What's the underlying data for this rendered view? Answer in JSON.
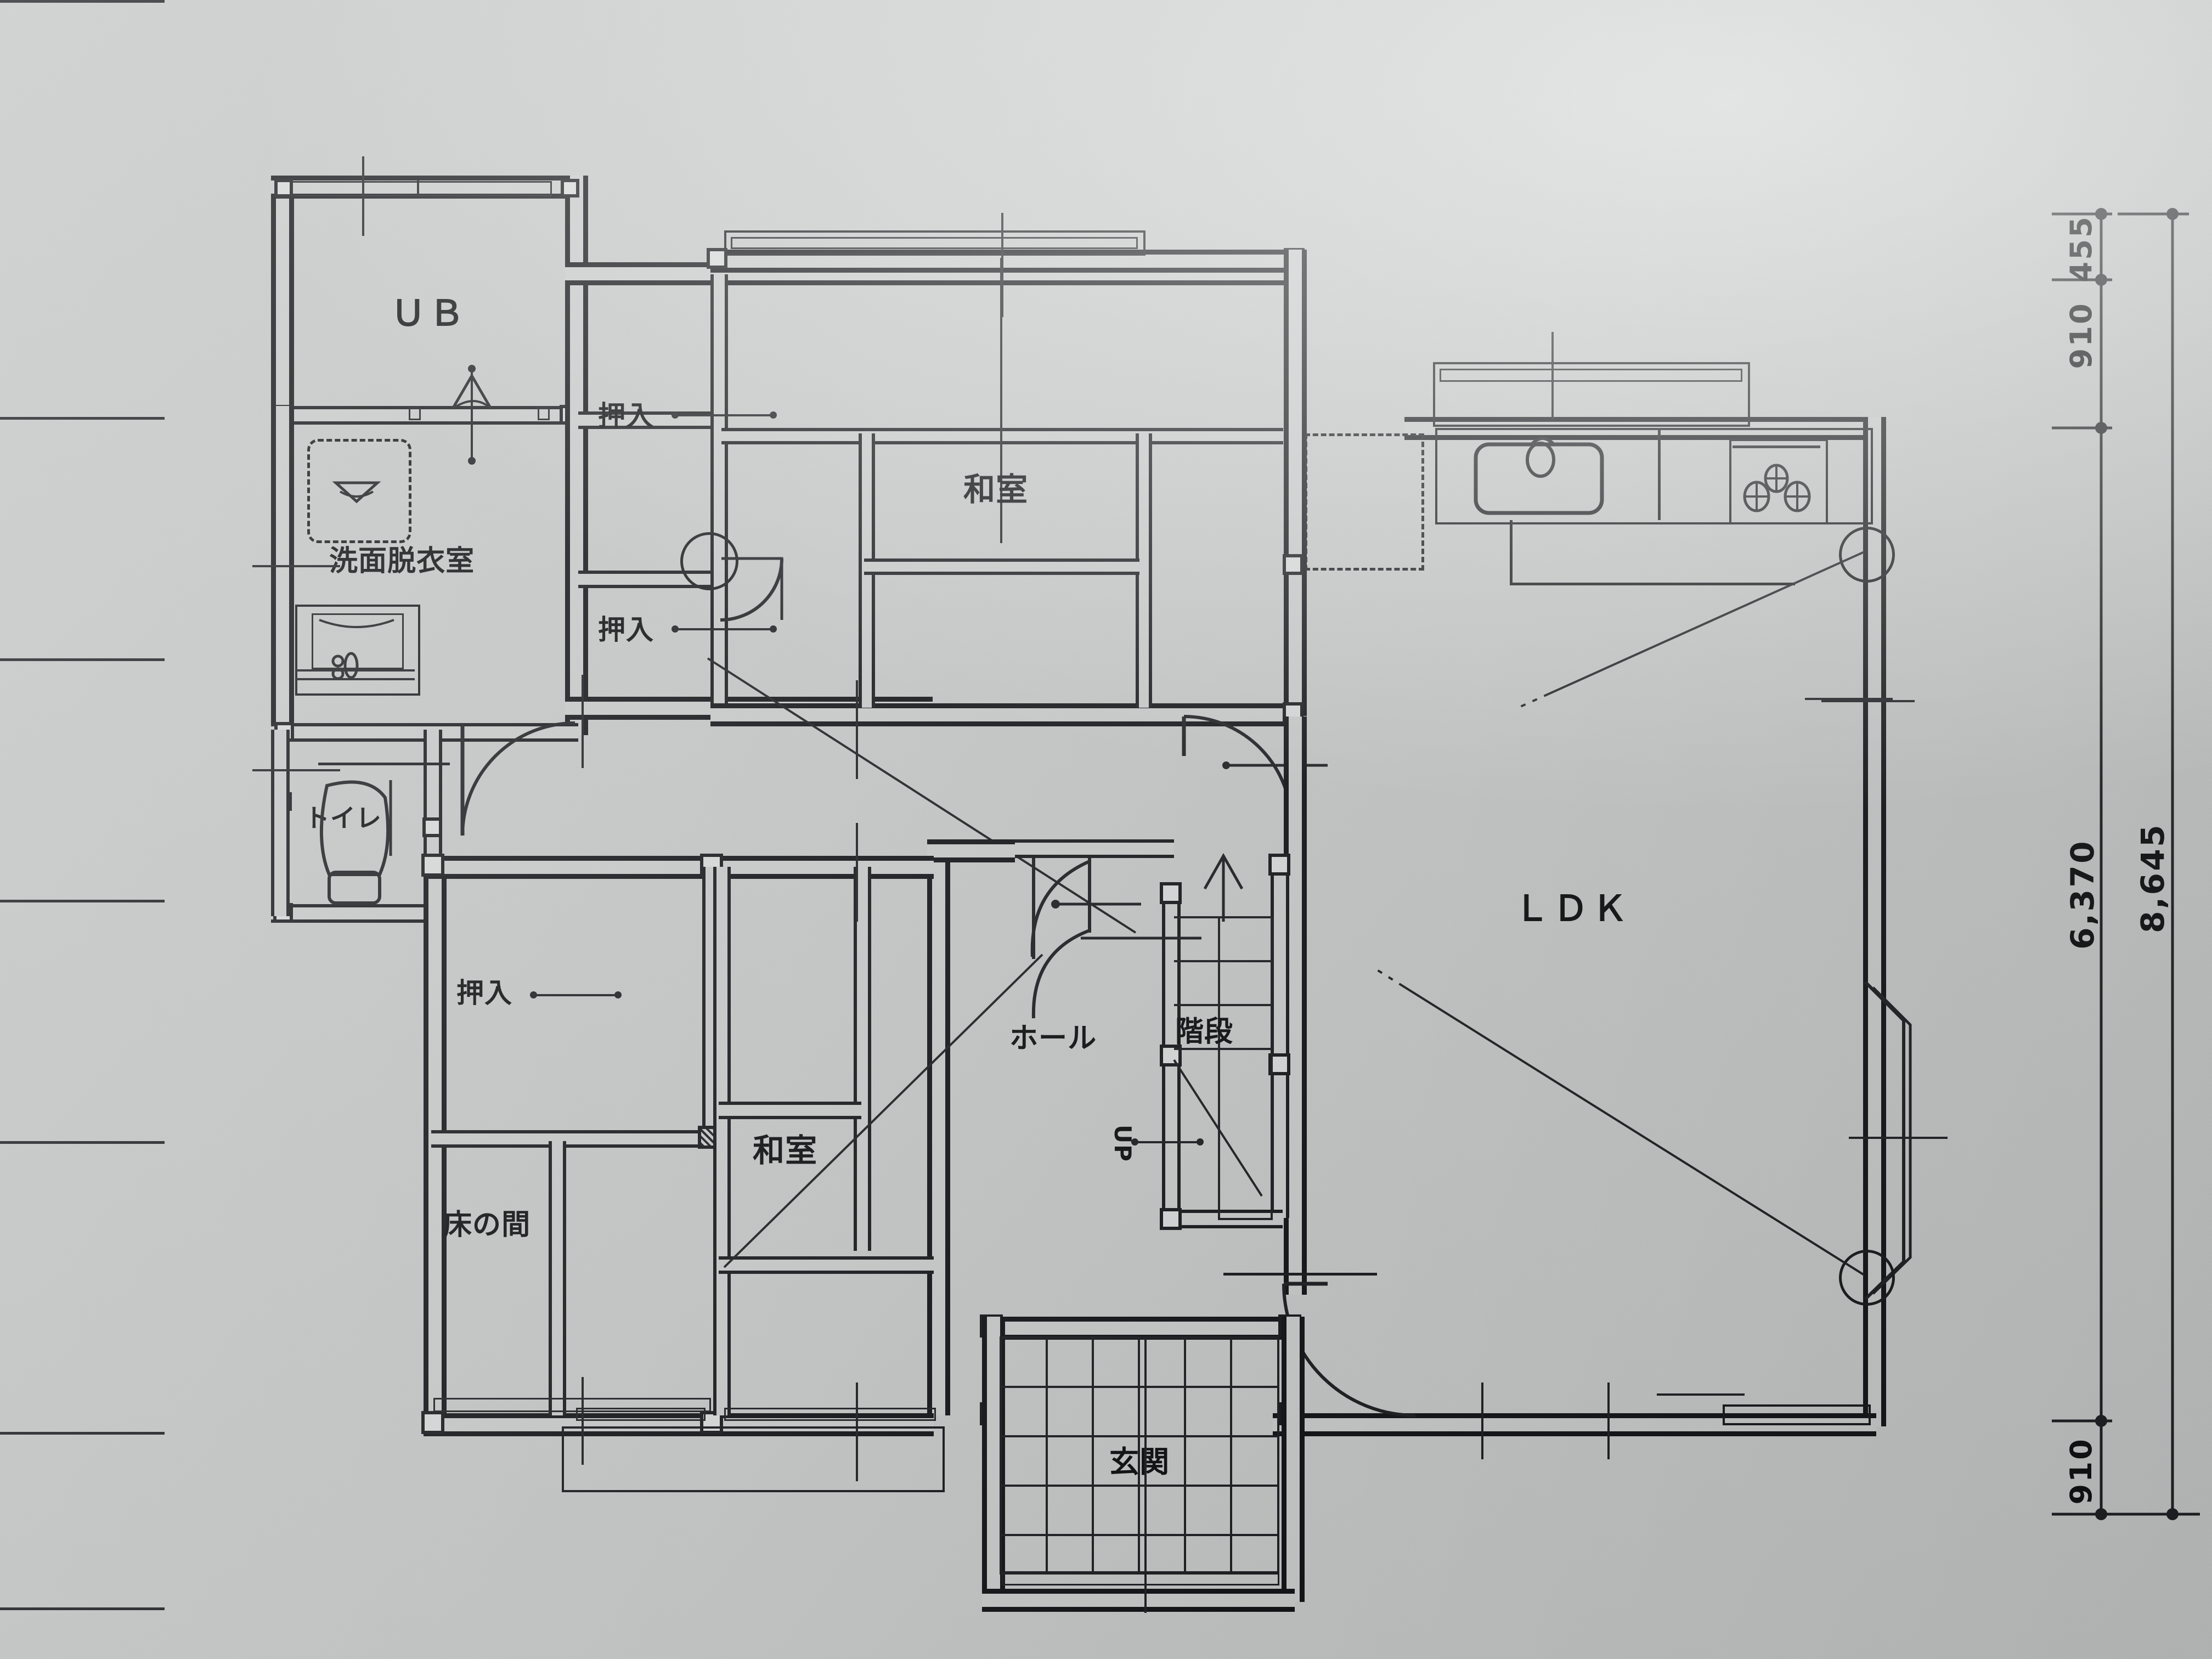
{
  "drawing": {
    "type": "architectural-floor-plan",
    "style": "japanese-residential-1f",
    "paper_color": "#c3c6c5",
    "ink_color": "#15171a"
  },
  "rooms": [
    {
      "id": "ub",
      "label": "ＵＢ",
      "meaning": "unit bath"
    },
    {
      "id": "washroom",
      "label": "洗面脱衣室",
      "meaning": "washroom / changing room"
    },
    {
      "id": "toilet",
      "label": "トイレ",
      "meaning": "toilet"
    },
    {
      "id": "closet_1",
      "label": "押入",
      "meaning": "closet"
    },
    {
      "id": "closet_2",
      "label": "押入",
      "meaning": "closet"
    },
    {
      "id": "closet_3",
      "label": "押入",
      "meaning": "closet"
    },
    {
      "id": "washitsu_1",
      "label": "和室",
      "meaning": "japanese room (upper)"
    },
    {
      "id": "washitsu_2",
      "label": "和室",
      "meaning": "japanese room (lower)"
    },
    {
      "id": "tokonoma",
      "label": "床の間",
      "meaning": "alcove"
    },
    {
      "id": "hall",
      "label": "ホール",
      "meaning": "hall"
    },
    {
      "id": "stairs",
      "label": "階段",
      "meaning": "stairs"
    },
    {
      "id": "genkan",
      "label": "玄関",
      "meaning": "entrance"
    },
    {
      "id": "ldk",
      "label": "ＬＤＫ",
      "meaning": "living dining kitchen"
    }
  ],
  "markers": {
    "stair_direction": "UP"
  },
  "dimensions": {
    "unit": "mm",
    "right_chain": [
      {
        "id": "d455",
        "value": "455"
      },
      {
        "id": "d910a",
        "value": "910"
      },
      {
        "id": "d6370",
        "value": "6,370"
      },
      {
        "id": "d910b",
        "value": "910"
      }
    ],
    "overall": {
      "id": "d8645",
      "value": "8,645"
    }
  },
  "fixtures": [
    {
      "id": "kitchen-sink",
      "name": "sink"
    },
    {
      "id": "kitchen-stove",
      "name": "three-burner-cooktop"
    },
    {
      "id": "refrigerator",
      "name": "refrigerator-space-dashed"
    },
    {
      "id": "vanity",
      "name": "washbasin-vanity"
    },
    {
      "id": "washer",
      "name": "washing-machine-pan-dashed"
    },
    {
      "id": "toilet-bowl",
      "name": "toilet-bowl"
    },
    {
      "id": "bay-window",
      "name": "bay-window"
    },
    {
      "id": "genkan-tiles",
      "name": "entrance-tile-grid"
    }
  ]
}
